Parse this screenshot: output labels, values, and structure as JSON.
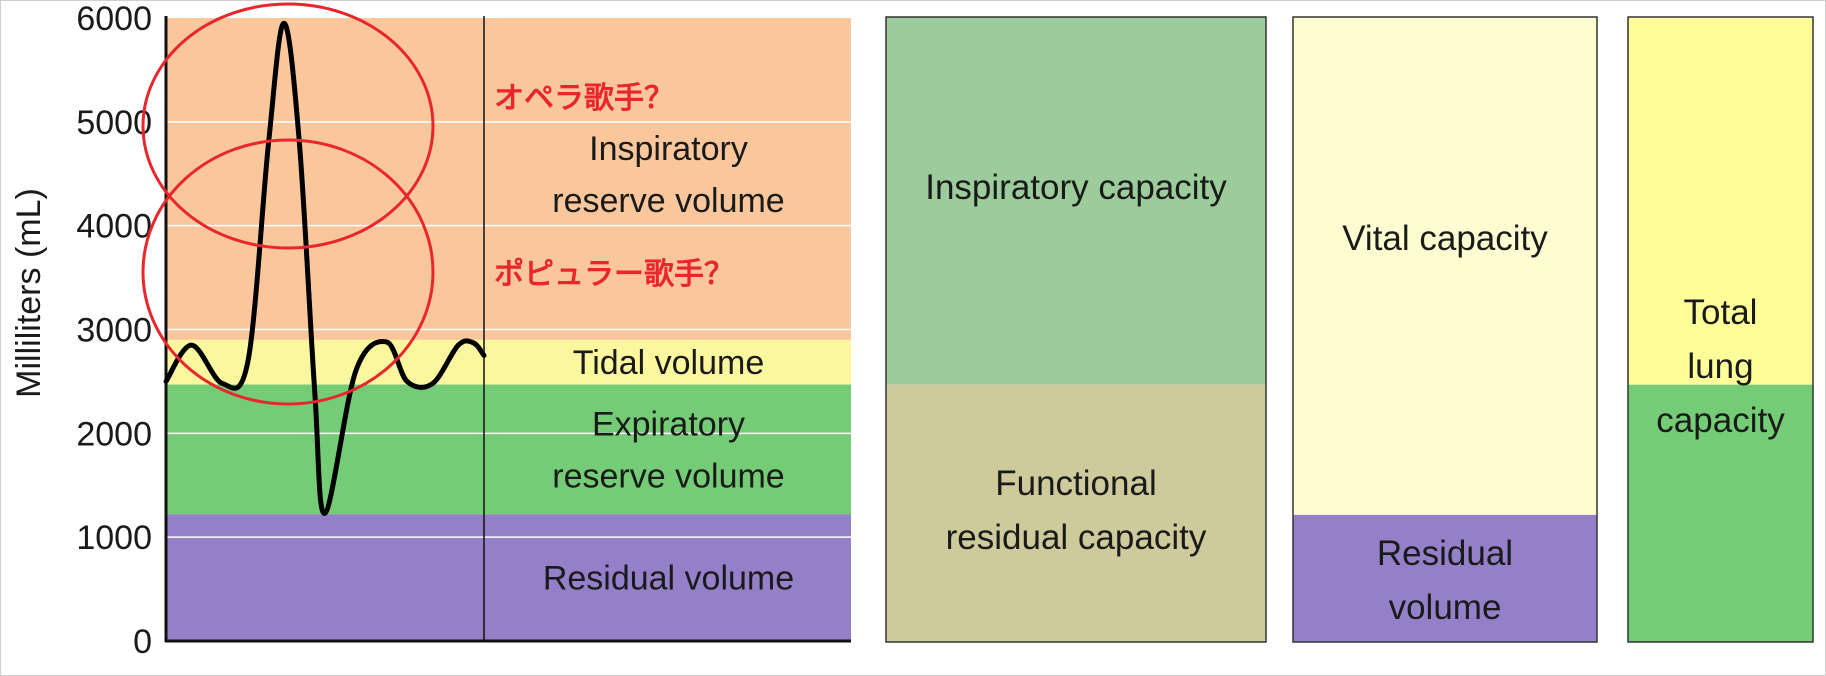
{
  "colors": {
    "irv": "#f9c79b",
    "tidal": "#fbf79f",
    "erv": "#74cc77",
    "residual": "#9480c9",
    "inspiratory_capacity": "#9dcc9c",
    "frc": "#cdcb9c",
    "vital_capacity": "#fefdd2",
    "total_top": "#fefd99",
    "annotation": "#e8262b"
  },
  "chart_data": {
    "type": "area",
    "ylabel": "Milliliters (mL)",
    "ylim": [
      0,
      6000
    ],
    "ytick_labels": [
      "0",
      "1000",
      "2000",
      "3000",
      "4000",
      "5000",
      "6000"
    ],
    "grid": true,
    "zones": [
      {
        "label_lines": [
          "Inspiratory",
          "reserve volume"
        ],
        "from": 2900,
        "to": 6000,
        "color_key": "irv"
      },
      {
        "label_lines": [
          "Tidal volume"
        ],
        "from": 2470,
        "to": 2900,
        "color_key": "tidal"
      },
      {
        "label_lines": [
          "Expiratory",
          "reserve volume"
        ],
        "from": 1220,
        "to": 2470,
        "color_key": "erv"
      },
      {
        "label_lines": [
          "Residual volume"
        ],
        "from": 0,
        "to": 1220,
        "color_key": "residual"
      }
    ],
    "breathing_trace": {
      "description_points": [
        [
          0.0,
          2500
        ],
        [
          0.05,
          2850
        ],
        [
          0.11,
          2480
        ],
        [
          0.16,
          2700
        ],
        [
          0.2,
          4800
        ],
        [
          0.23,
          5950
        ],
        [
          0.26,
          4800
        ],
        [
          0.29,
          2400
        ],
        [
          0.31,
          1230
        ],
        [
          0.37,
          2600
        ],
        [
          0.43,
          2880
        ],
        [
          0.47,
          2500
        ],
        [
          0.52,
          2480
        ],
        [
          0.57,
          2850
        ],
        [
          0.6,
          2870
        ],
        [
          0.62,
          2750
        ]
      ]
    },
    "annotations": [
      {
        "text": "オペラ歌手？",
        "value": 5200
      },
      {
        "text": "ポピュラー歌手？",
        "value": 3500
      }
    ]
  },
  "capacities": [
    {
      "name": "inspiratory-capacity",
      "label_lines": [
        "Inspiratory capacity"
      ],
      "from": 2470,
      "to": 6000,
      "color_key": "inspiratory_capacity"
    },
    {
      "name": "functional-residual-capacity",
      "label_lines": [
        "Functional",
        "residual capacity"
      ],
      "from": 0,
      "to": 2470,
      "color_key": "frc"
    },
    {
      "name": "vital-capacity",
      "label_lines": [
        "Vital capacity"
      ],
      "from": 1220,
      "to": 6000,
      "color_key": "vital_capacity"
    },
    {
      "name": "residual-volume-column",
      "label_lines": [
        "Residual",
        "volume"
      ],
      "from": 0,
      "to": 1220,
      "color_key": "residual"
    },
    {
      "name": "total-lung-capacity",
      "label_lines": [
        "Total",
        "lung",
        "capacity"
      ],
      "from": 0,
      "to": 6000,
      "color_key": "total_top"
    }
  ]
}
